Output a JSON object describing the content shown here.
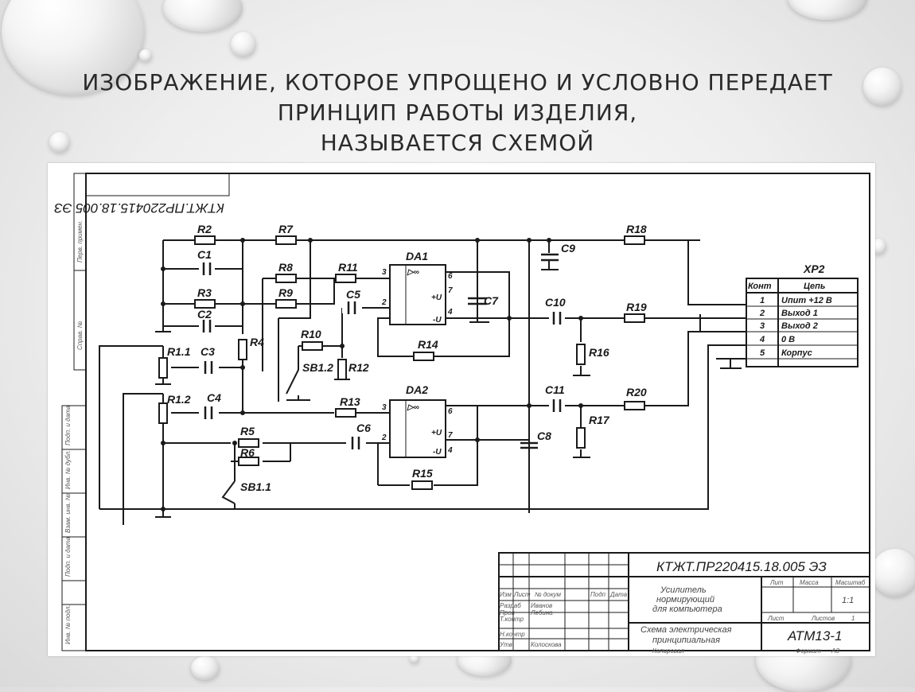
{
  "title": {
    "line1": "ИЗОБРАЖЕНИЕ,  КОТОРОЕ УПРОЩЕНО И УСЛОВНО ПЕРЕДАЕТ",
    "line2": "ПРИНЦИП РАБОТЫ ИЗДЕЛИЯ,",
    "line3": "НАЗЫВАЕТСЯ СХЕМОЙ"
  },
  "drawing": {
    "code": "КТЖТ.ПР220415.18.005 ЭЗ",
    "components": {
      "R1_1": "R1.1",
      "R1_2": "R1.2",
      "R2": "R2",
      "R3": "R3",
      "R4": "R4",
      "R5": "R5",
      "R6": "R6",
      "R7": "R7",
      "R8": "R8",
      "R9": "R9",
      "R10": "R10",
      "R11": "R11",
      "R12": "R12",
      "R13": "R13",
      "R14": "R14",
      "R15": "R15",
      "R16": "R16",
      "R17": "R17",
      "R18": "R18",
      "R19": "R19",
      "R20": "R20",
      "C1": "C1",
      "C2": "C2",
      "C3": "C3",
      "C4": "C4",
      "C5": "C5",
      "C6": "C6",
      "C7": "C7",
      "C8": "C8",
      "C9": "C9",
      "C10": "C10",
      "C11": "C11",
      "DA1": "DA1",
      "DA2": "DA2",
      "SB1_1": "SB1.1",
      "SB1_2": "SB1.2",
      "XP2": "XP2"
    },
    "opamp": {
      "symbol": "▷∞",
      "pins": {
        "p2": "2",
        "p3": "3",
        "p4": "4",
        "p6": "6",
        "p7": "7",
        "minus": "-U",
        "plus": "+U"
      }
    },
    "connector": {
      "headers": [
        "Конт",
        "Цепь"
      ],
      "rows": [
        {
          "pin": "1",
          "net": "Uпит +12 В"
        },
        {
          "pin": "2",
          "net": "Выход 1"
        },
        {
          "pin": "3",
          "net": "Выход 2"
        },
        {
          "pin": "4",
          "net": "0 В"
        },
        {
          "pin": "5",
          "net": "Корпус"
        }
      ]
    },
    "side_labels": [
      "Перв. примен.",
      "Справ. №",
      "Подп. и дата",
      "Инв. № дубл.",
      "Взам. инв. №",
      "Подп. и дата",
      "Инв. № подл."
    ],
    "title_block": {
      "code": "КТЖТ.ПР220415.18.005 ЭЗ",
      "rows": [
        "Изм",
        "Лист",
        "№ докум",
        "Подп",
        "Дата"
      ],
      "roles": [
        "Разраб",
        "Пров",
        "Т.контр",
        "Н.контр",
        "Утв"
      ],
      "names": [
        "Иванов",
        "Лебина",
        "Колоскова"
      ],
      "product": [
        "Усилитель",
        "нормирующий",
        "для компьютера"
      ],
      "doc_type": [
        "Схема электрическая",
        "принципиальная"
      ],
      "cols": [
        "Лит",
        "Масса",
        "Масштаб"
      ],
      "scale": "1:1",
      "sheet": "Лист",
      "sheets": "Листов",
      "sheets_n": "1",
      "org": "АТМ13-1",
      "copied": "Копировал",
      "format": "Формат",
      "format_v": "А3"
    }
  }
}
